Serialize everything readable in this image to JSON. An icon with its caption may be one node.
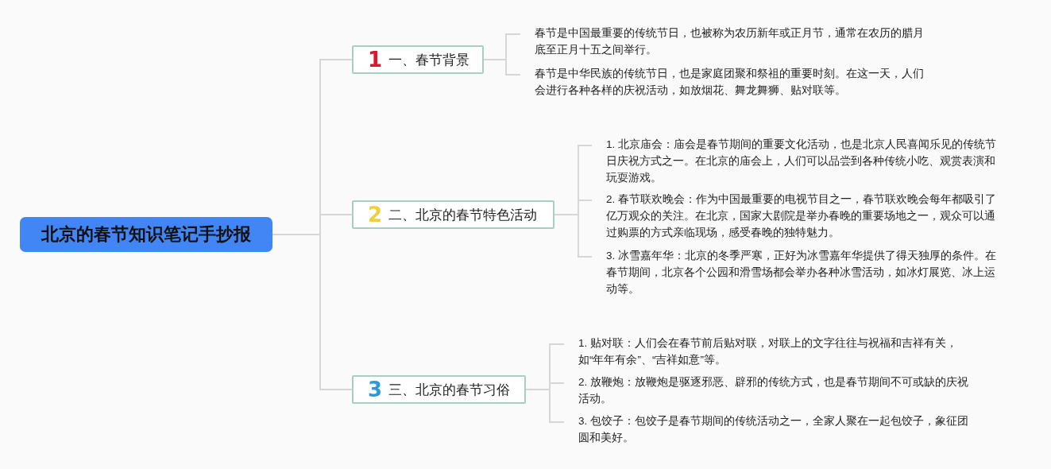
{
  "diagram": {
    "nodes": [
      {
        "text": [
          "北京的春节知识笔记手抄报"
        ]
      },
      {
        "text": [
          "1",
          "一、春节背景"
        ]
      },
      {
        "text": [
          "2",
          "二、北京的春节特色活动"
        ]
      },
      {
        "text": [
          "3",
          "三、北京的春节习俗"
        ]
      },
      {
        "text": [
          "春节是中国最重要的传统节日，也被称为农历新年或正月节，通常在农历的腊月底至正月十五之间举行。"
        ]
      },
      {
        "text": [
          "春节是中华民族的传统节日，也是家庭团聚和祭祖的重要时刻。在这一天，人们会进行各种各样的庆祝活动，如放烟花、舞龙舞狮、贴对联等。"
        ]
      },
      {
        "text": [
          "1. 北京庙会：庙会是春节期间的重要文化活动，也是北京人民喜闻乐见的传统节日庆祝方式之一。在北京的庙会上，人们可以品尝到各种传统小吃、观赏表演和玩耍游戏。"
        ]
      },
      {
        "text": [
          "2. 春节联欢晚会：作为中国最重要的电视节目之一，春节联欢晚会每年都吸引了亿万观众的关注。在北京，国家大剧院是举办春晚的重要场地之一，观众可以通过购票的方式亲临现场，感受春晚的独特魅力。"
        ]
      },
      {
        "text": [
          "3. 冰雪嘉年华：北京的冬季严寒，正好为冰雪嘉年华提供了得天独厚的条件。在春节期间，北京各个公园和滑雪场都会举办各种冰雪活动，如冰灯展览、冰上运动等。"
        ]
      },
      {
        "text": [
          "1. 贴对联：人们会在春节前后贴对联，对联上的文字往往与祝福和吉祥有关，如“年年有余”、“吉祥如意”等。"
        ]
      },
      {
        "text": [
          "2. 放鞭炮：放鞭炮是驱逐邪恶、辟邪的传统方式，也是春节期间不可或缺的庆祝活动。"
        ]
      },
      {
        "text": [
          "3. 包饺子：包饺子是春节期间的传统活动之一，全家人聚在一起包饺子，象征团圆和美好。"
        ]
      }
    ],
    "edges": [
      {
        "from": 0,
        "to": 1,
        "arrow": "none"
      },
      {
        "from": 0,
        "to": 2,
        "arrow": "none"
      },
      {
        "from": 0,
        "to": 3,
        "arrow": "none"
      },
      {
        "from": 1,
        "to": 4,
        "arrow": "none"
      },
      {
        "from": 1,
        "to": 5,
        "arrow": "none"
      },
      {
        "from": 2,
        "to": 6,
        "arrow": "none"
      },
      {
        "from": 2,
        "to": 7,
        "arrow": "none"
      },
      {
        "from": 2,
        "to": 8,
        "arrow": "none"
      },
      {
        "from": 3,
        "to": 9,
        "arrow": "none"
      },
      {
        "from": 3,
        "to": 10,
        "arrow": "none"
      },
      {
        "from": 3,
        "to": 11,
        "arrow": "none"
      }
    ]
  }
}
